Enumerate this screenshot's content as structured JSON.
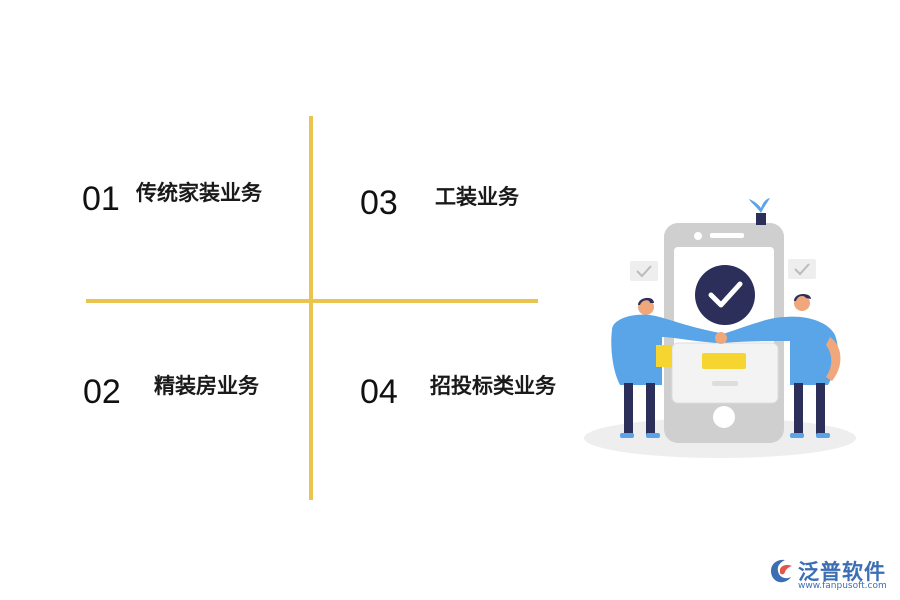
{
  "items": [
    {
      "number": "01",
      "label": "传统家装业务"
    },
    {
      "number": "02",
      "label": "精装房业务"
    },
    {
      "number": "03",
      "label": "工装业务"
    },
    {
      "number": "04",
      "label": "招投标类业务"
    }
  ],
  "logo": {
    "name": "泛普软件",
    "url": "www.fanpusoft.com"
  },
  "colors": {
    "divider": "#ebc34f",
    "accent_blue": "#5aa4e8",
    "logo_blue": "#3c6eb4",
    "check_dark": "#2b2f5a"
  }
}
